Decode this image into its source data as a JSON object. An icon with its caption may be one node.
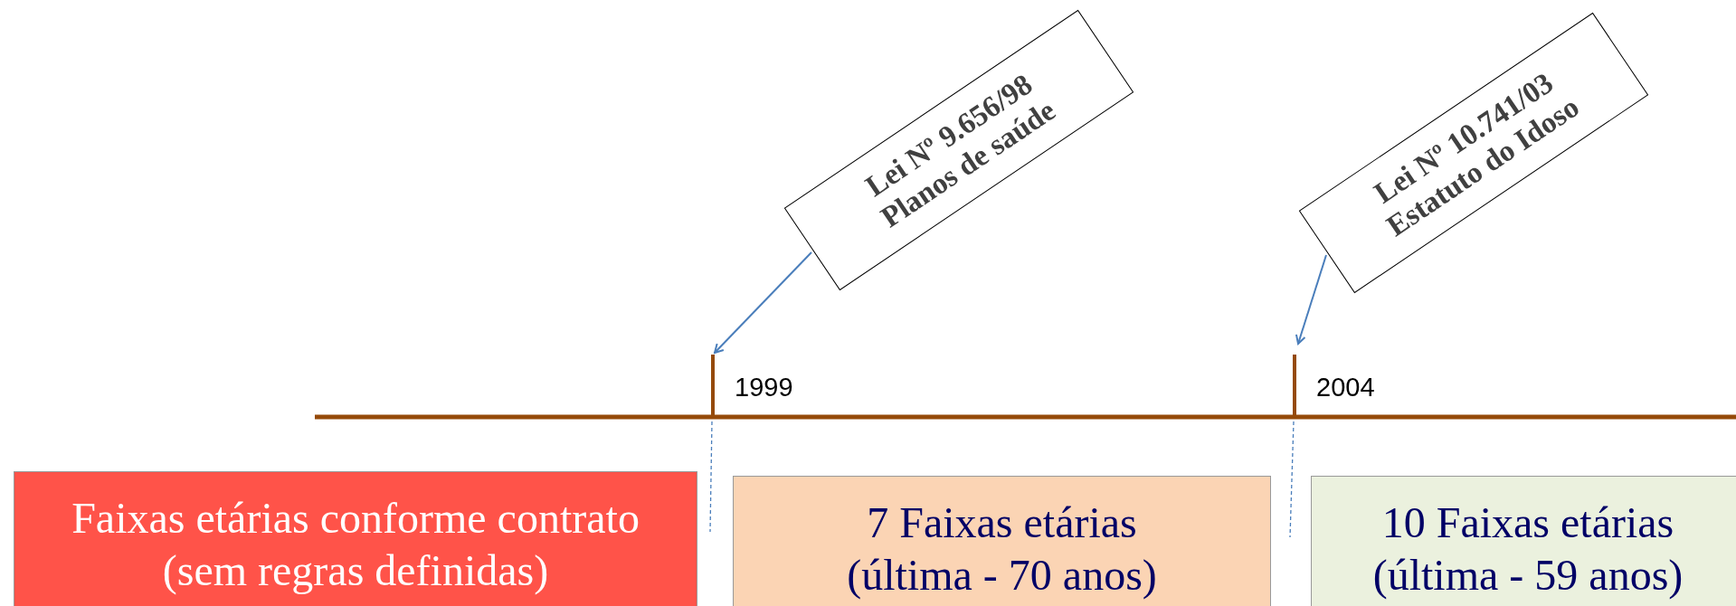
{
  "diagram": {
    "nodes": [
      {
        "text": [
          "Lei Nº 9.656/98",
          "Planos de saúde"
        ]
      },
      {
        "text": [
          "1999"
        ]
      },
      {
        "text": [
          "Lei Nº 10.741/03",
          "Estatuto do Idoso"
        ]
      },
      {
        "text": [
          "2004"
        ]
      },
      {
        "text": [
          "Faixas etárias conforme contrato",
          "(sem regras definidas)"
        ]
      },
      {
        "text": [
          "7 Faixas etárias",
          "(última - 70 anos)"
        ]
      },
      {
        "text": [
          "10 Faixas etárias",
          "(última - 59 anos)"
        ]
      }
    ],
    "edges": [
      {
        "from": 0,
        "to": 1,
        "arrow": "to"
      },
      {
        "from": 2,
        "to": 3,
        "arrow": "to"
      }
    ]
  }
}
